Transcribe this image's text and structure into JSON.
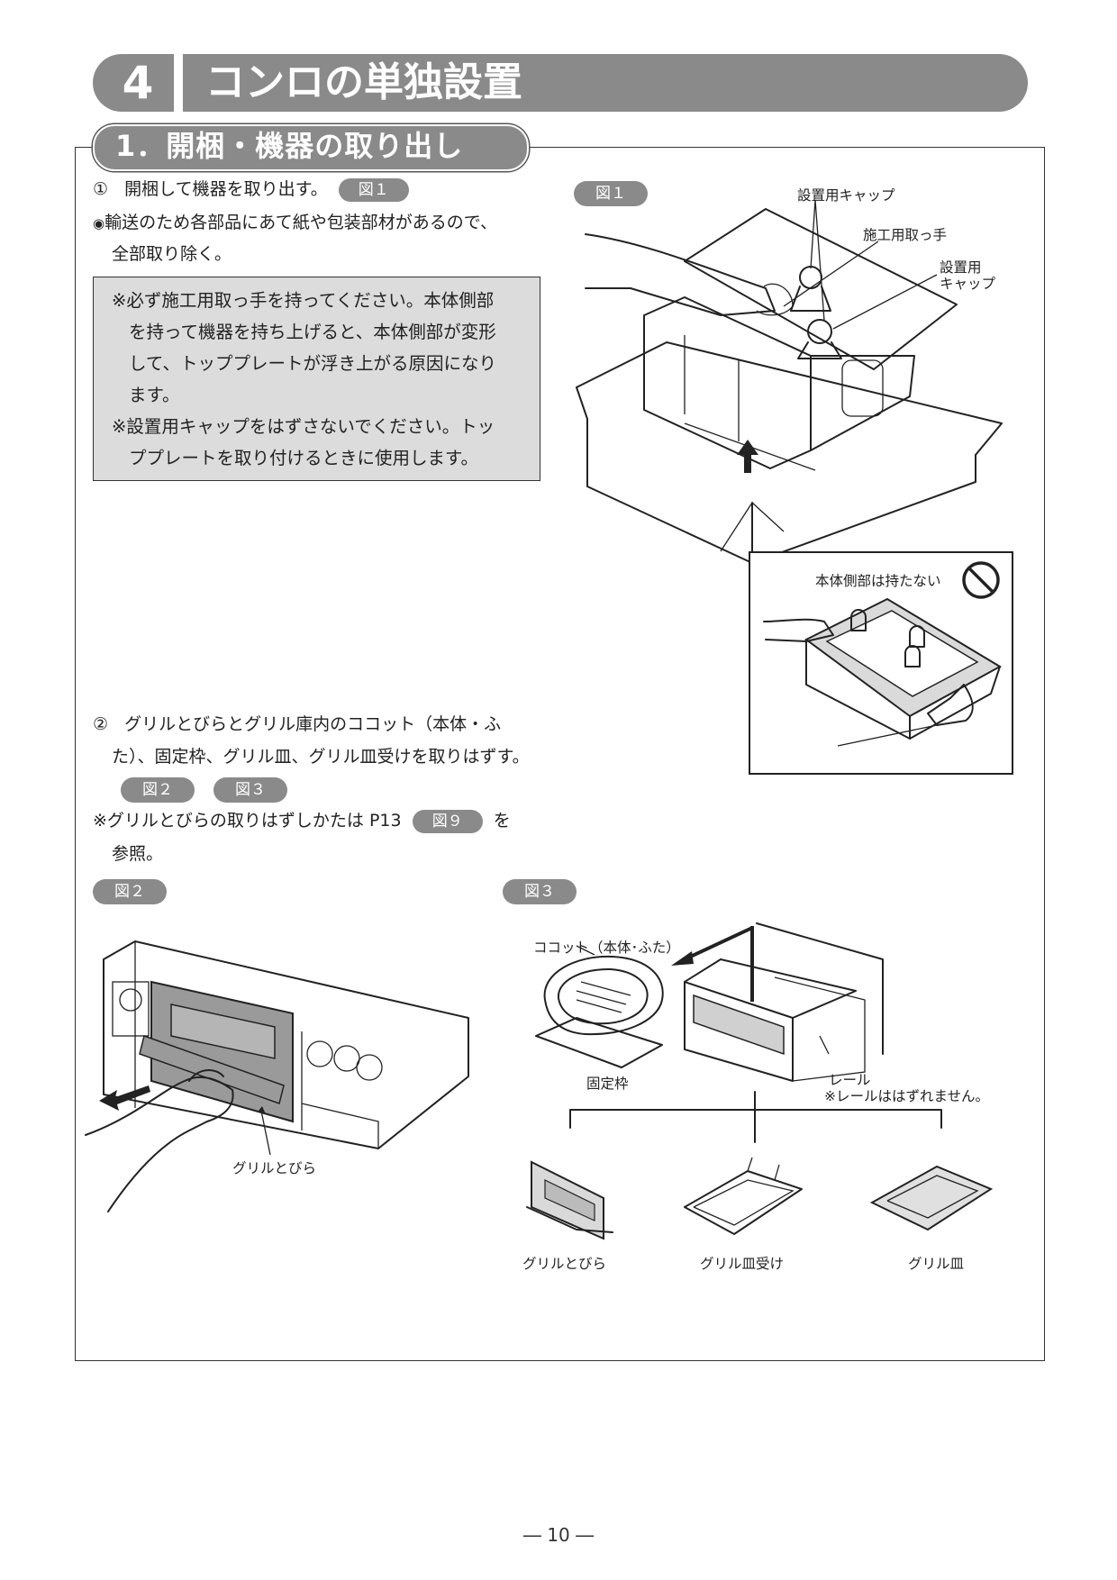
{
  "header": {
    "number": "4",
    "title": "コンロの単独設置"
  },
  "section": {
    "title": "1．開梱・機器の取り出し"
  },
  "step1": {
    "marker": "①",
    "text": "開梱して機器を取り出す。",
    "ref": "図１",
    "bullet": "◉",
    "bullet_line1": "輸送のため各部品にあて紙や包装部材があるので、",
    "bullet_line2": "全部取り除く。"
  },
  "note": {
    "lines": [
      "※必ず施工用取っ手を持ってください。本体側部",
      "を持って機器を持ち上げると、本体側部が変形",
      "して、トッププレートが浮き上がる原因になり",
      "ます。",
      "※設置用キャップをはずさないでください。トッ",
      "ププレートを取り付けるときに使用します。"
    ]
  },
  "fig1": {
    "tag": "図１",
    "label_cap_top": "設置用キャップ",
    "label_handle": "施工用取っ手",
    "label_cap_right_1": "設置用",
    "label_cap_right_2": "キャップ",
    "inset_caption": "本体側部は持たない"
  },
  "step2": {
    "marker": "②",
    "line1": "グリルとびらとグリル庫内のココット（本体・ふ",
    "line2": "た）、固定枠、グリル皿、グリル皿受けを取りはずす。",
    "ref_a": "図２",
    "ref_b": "図３",
    "note_prefix": "※グリルとびらの取りはずしかたは P13",
    "note_ref": "図９",
    "note_suffix": "を",
    "note_line2": "参照。"
  },
  "fig2": {
    "tag": "図２",
    "label_door": "グリルとびら"
  },
  "fig3": {
    "tag": "図３",
    "label_cocotte": "ココット（本体･ふた）",
    "label_frame": "固定枠",
    "label_rail": "レール",
    "label_rail_note": "※レールははずれません。",
    "part_door": "グリルとびら",
    "part_tray_holder": "グリル皿受け",
    "part_tray": "グリル皿"
  },
  "footer": {
    "page": "― 10 ―"
  }
}
